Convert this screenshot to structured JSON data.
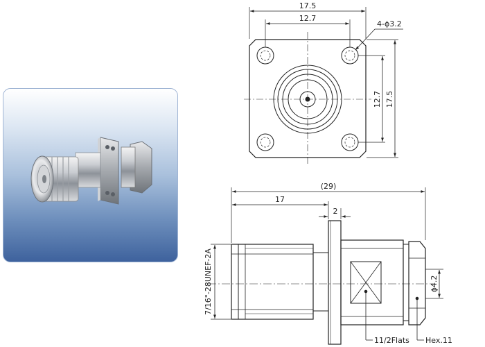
{
  "top_view": {
    "outer_width": "17.5",
    "hole_spacing_width": "12.7",
    "hole_callout": "4-ϕ3.2",
    "hole_spacing_height": "12.7",
    "outer_height": "17.5"
  },
  "side_view": {
    "overall_length": "(29)",
    "body_length": "17",
    "flange_thickness": "2",
    "thread_spec": "7/16\"-28UNEF-2A",
    "pin_diameter": "ϕ4.2",
    "flats_callout": "11/2Flats",
    "hex_callout": "Hex.11"
  }
}
